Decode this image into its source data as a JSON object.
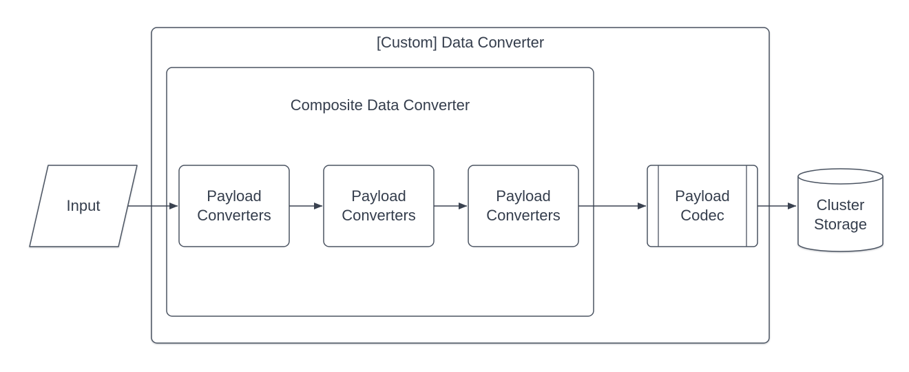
{
  "diagram": {
    "type": "flowchart",
    "outer_container": {
      "title": "[Custom] Data Converter"
    },
    "composite_container": {
      "title": "Composite Data Converter"
    },
    "input_node": {
      "label": "Input",
      "shape": "parallelogram"
    },
    "converter_nodes": [
      {
        "label": "Payload Converters",
        "shape": "rounded-rect"
      },
      {
        "label": "Payload Converters",
        "shape": "rounded-rect"
      },
      {
        "label": "Payload Converters",
        "shape": "rounded-rect"
      }
    ],
    "codec_node": {
      "label": "Payload Codec",
      "shape": "predefined-process"
    },
    "storage_node": {
      "label": "Cluster Storage",
      "shape": "cylinder"
    },
    "edges": [
      {
        "from": "input_node",
        "to": "converter-1",
        "arrow": "triangle"
      },
      {
        "from": "converter-1",
        "to": "converter-2",
        "arrow": "triangle"
      },
      {
        "from": "converter-2",
        "to": "converter-3",
        "arrow": "triangle"
      },
      {
        "from": "converter-3",
        "to": "codec_node",
        "arrow": "triangle"
      },
      {
        "from": "codec_node",
        "to": "storage_node",
        "arrow": "triangle"
      }
    ]
  },
  "colors": {
    "stroke": "#4a5361",
    "arrow": "#3a4250",
    "text": "#343d4c",
    "background": "#ffffff"
  }
}
